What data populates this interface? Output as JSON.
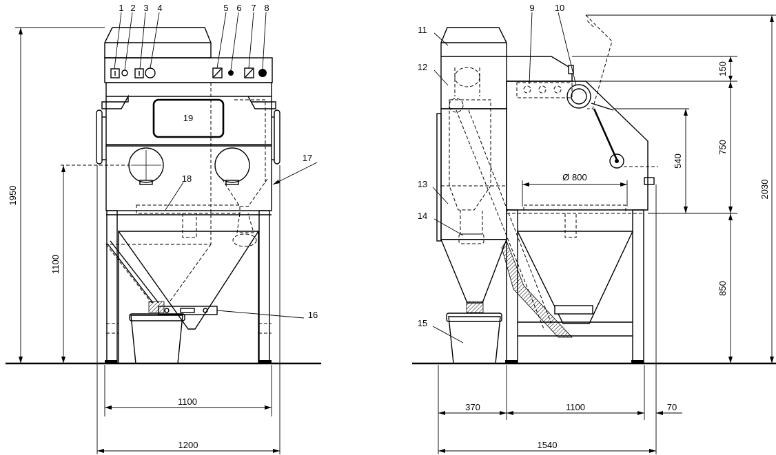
{
  "callouts": [
    "1",
    "2",
    "3",
    "4",
    "5",
    "6",
    "7",
    "8",
    "9",
    "10",
    "11",
    "12",
    "13",
    "14",
    "15",
    "16",
    "17",
    "18",
    "19"
  ],
  "dimensions": {
    "front_height_total": "1950",
    "front_height_table": "1100",
    "front_inner_width": "1100",
    "front_outer_width": "1200",
    "side_top_offset": "150",
    "side_upper_height": "750",
    "side_window_height": "540",
    "side_lower_height": "850",
    "side_total_height": "2030",
    "side_grid_diameter": "Ø 800",
    "side_cyclone_width": "370",
    "side_cabinet_width": "1100",
    "side_overhang_width": "70",
    "side_total_width": "1540"
  }
}
